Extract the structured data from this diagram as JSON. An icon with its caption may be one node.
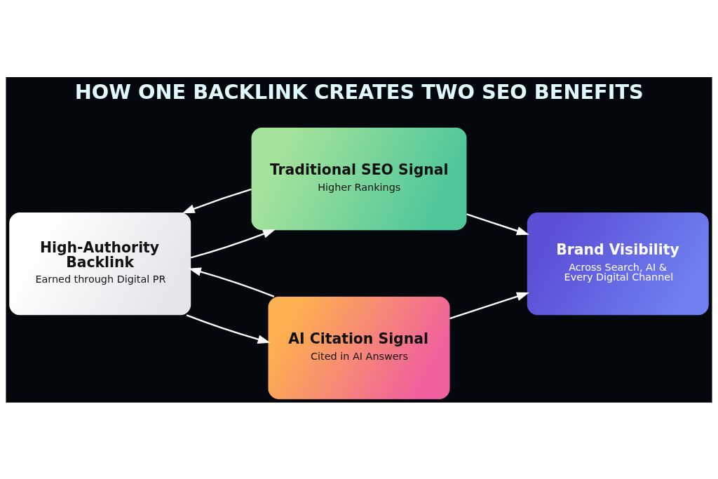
{
  "diagram": {
    "title": "HOW ONE BACKLINK CREATES TWO SEO BENEFITS",
    "nodes": [
      {
        "text": [
          "High-Authority Backlink",
          "Earned through Digital PR"
        ]
      },
      {
        "text": [
          "Traditional SEO Signal",
          "Higher Rankings"
        ]
      },
      {
        "text": [
          "AI Citation Signal",
          "Cited in AI Answers"
        ]
      },
      {
        "text": [
          "Brand Visibility",
          "Across Search, AI & Every Digital Channel"
        ]
      }
    ],
    "edges": [
      {
        "from": 0,
        "to": 1,
        "arrow": "to"
      },
      {
        "from": 0,
        "to": 2,
        "arrow": "to"
      },
      {
        "from": 1,
        "to": 0,
        "arrow": "to"
      },
      {
        "from": 2,
        "to": 0,
        "arrow": "to"
      },
      {
        "from": 1,
        "to": 3,
        "arrow": "to"
      },
      {
        "from": 2,
        "to": 3,
        "arrow": "to"
      }
    ]
  }
}
